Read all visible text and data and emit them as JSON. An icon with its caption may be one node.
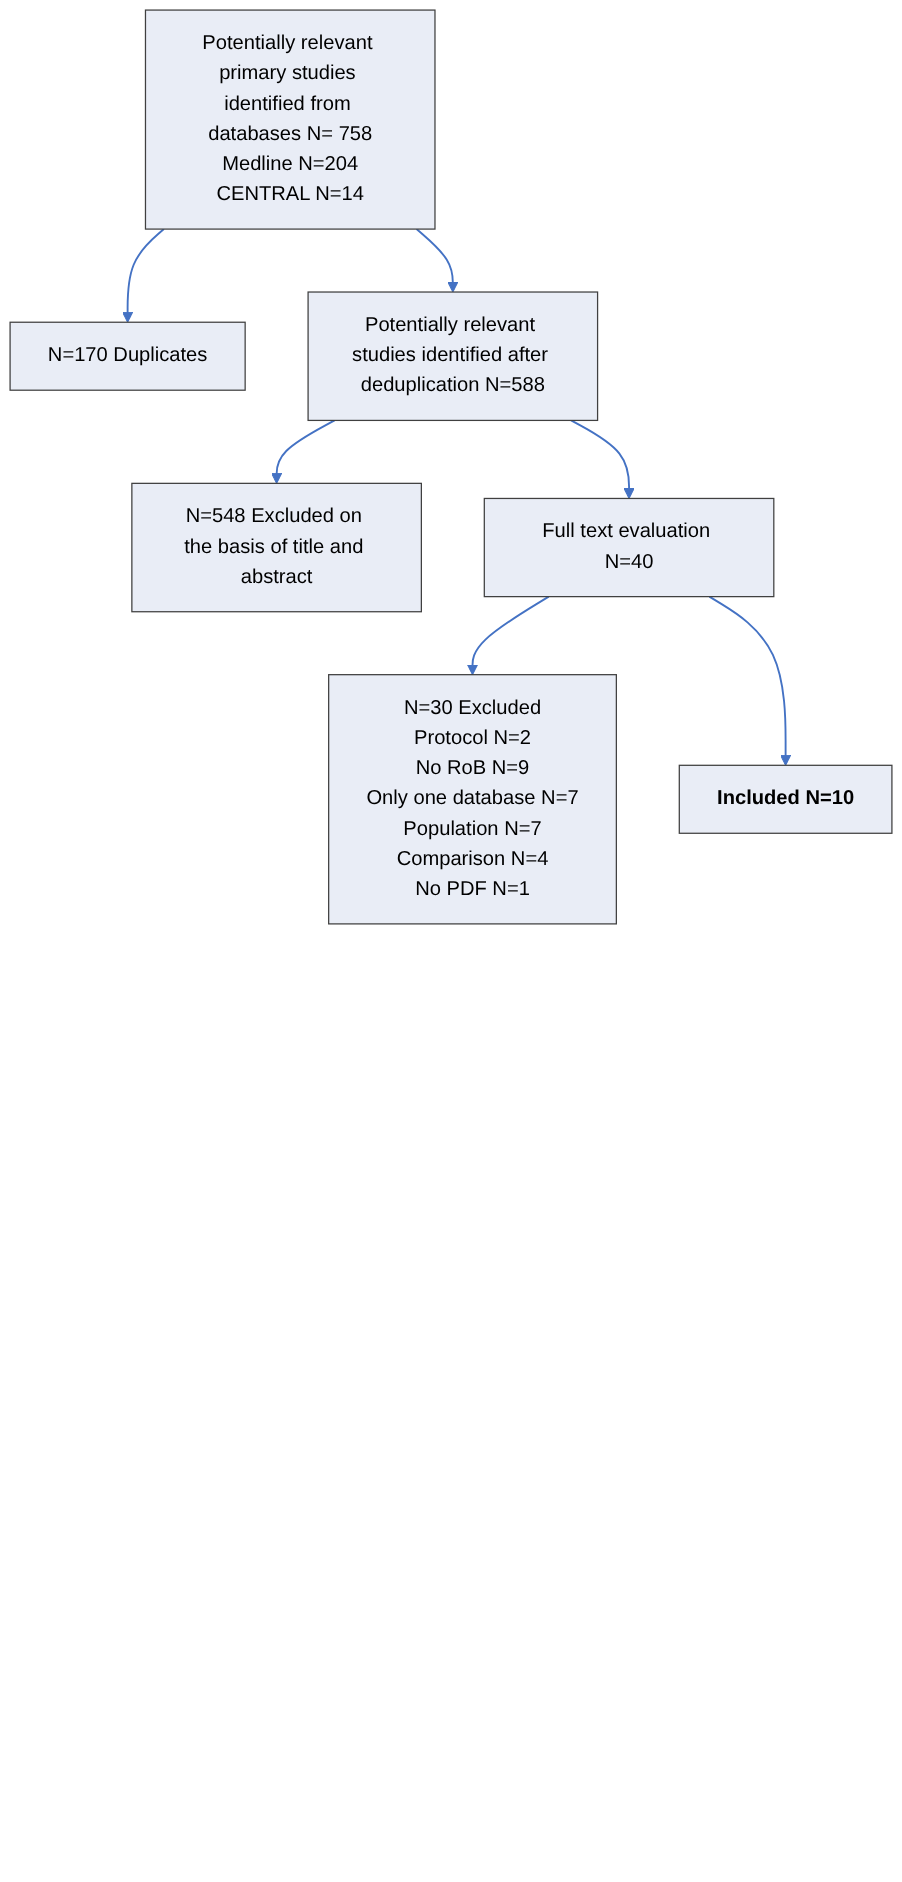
{
  "diagram": {
    "nodes": [
      {
        "text": [
          "Potentially relevant primary studies identified from databases N= 758",
          "Medline N=204",
          "CENTRAL N=14"
        ]
      },
      {
        "text": [
          "N=170 Duplicates"
        ]
      },
      {
        "text": [
          "Potentially relevant studies identified after deduplication N=588"
        ]
      },
      {
        "text": [
          "N=548 Excluded on the basis of title and abstract"
        ]
      },
      {
        "text": [
          "Full text evaluation N=40"
        ]
      },
      {
        "text": [
          "N=30 Excluded",
          "Protocol N=2",
          "No RoB N=9",
          "Only one database N=7",
          "Population N=7",
          "Comparison N=4",
          "No PDF N=1"
        ]
      },
      {
        "text": [
          "Included N=10"
        ]
      }
    ],
    "edges": [
      {
        "from": 0,
        "to": 1,
        "arrow": "to"
      },
      {
        "from": 0,
        "to": 2,
        "arrow": "to"
      },
      {
        "from": 2,
        "to": 3,
        "arrow": "to"
      },
      {
        "from": 2,
        "to": 4,
        "arrow": "to"
      },
      {
        "from": 4,
        "to": 5,
        "arrow": "to"
      },
      {
        "from": 4,
        "to": 6,
        "arrow": "to"
      }
    ]
  }
}
